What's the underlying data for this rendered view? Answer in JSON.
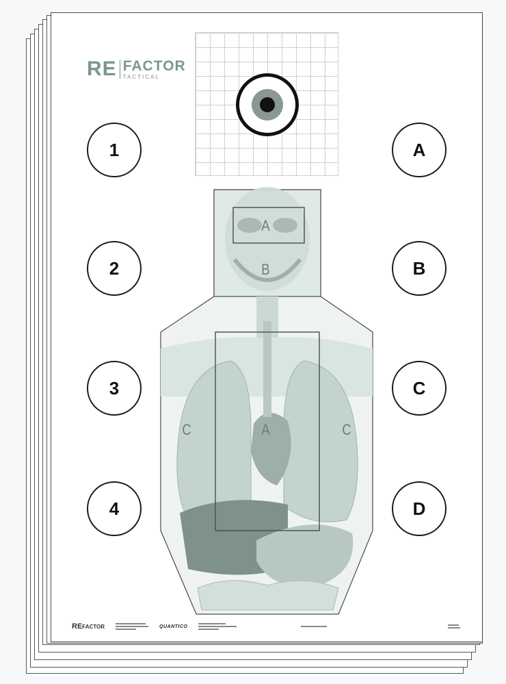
{
  "logo": {
    "left_text": "RE",
    "right_text": "FACTOR",
    "tagline": "TACTICAL"
  },
  "left_markers": [
    "1",
    "2",
    "3",
    "4"
  ],
  "right_markers": [
    "A",
    "B",
    "C",
    "D"
  ],
  "zones": {
    "head_upper": "A",
    "head_lower": "B",
    "chest_center": "A",
    "chest_left": "C",
    "chest_right": "C"
  },
  "footer": {
    "logo_left": "RE",
    "logo_right": "FACTOR",
    "badge": "QUANTICO"
  },
  "colors": {
    "logo": "#7a9690",
    "figure_fill": "#dde8e4",
    "figure_dark": "#8b9a95",
    "outline": "#1a1a1a"
  }
}
